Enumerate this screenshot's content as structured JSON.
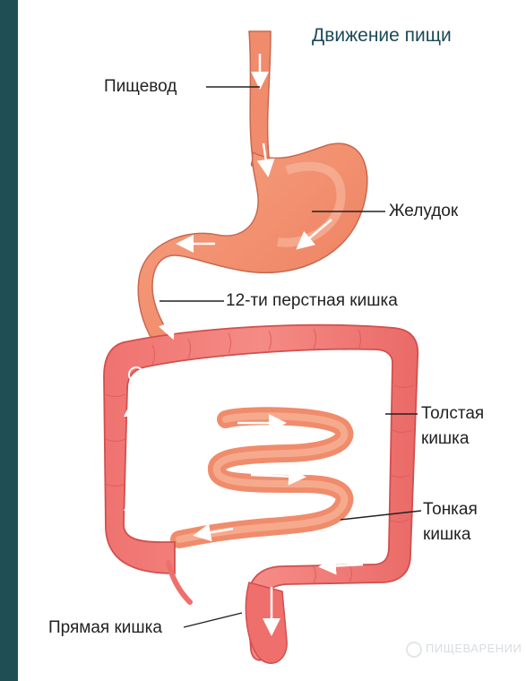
{
  "title": "Движение пищи",
  "labels": {
    "esophagus": "Пищевод",
    "stomach": "Желудок",
    "duodenum": "12-ти перстная кишка",
    "large_intestine_line1": "Толстая",
    "large_intestine_line2": "кишка",
    "small_intestine_line1": "Тонкая",
    "small_intestine_line2": "кишка",
    "rectum": "Прямая кишка"
  },
  "watermark": {
    "main": "ПИЩЕВАРЕНИИ",
    "corner": "ПИЩЕВАРЕНИИ"
  },
  "colors": {
    "background_left_strip": "#1f4f55",
    "organ_peach": "#f08c6c",
    "organ_peach_light": "#f7b296",
    "colon_red": "#ee6f6c",
    "colon_highlight": "#f9a4a0",
    "label_text": "#222222",
    "title_text": "#1d4a5a",
    "arrow": "#ffffff"
  }
}
